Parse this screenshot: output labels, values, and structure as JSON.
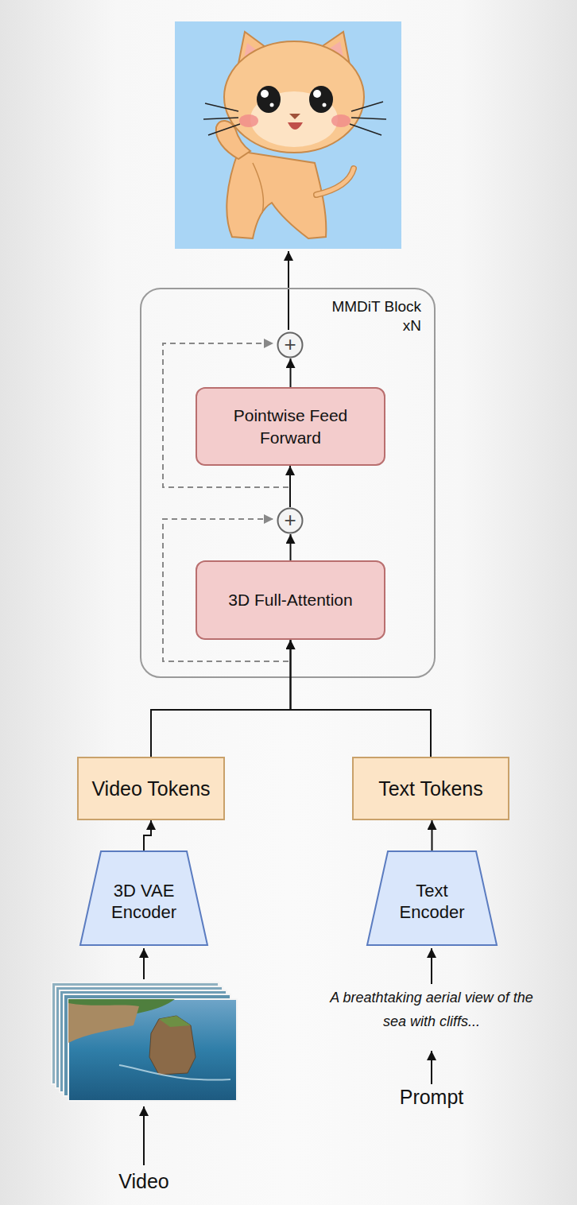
{
  "diagram": {
    "nodes": [
      {
        "text": [
          "MMDiT Block xN"
        ]
      },
      {
        "text": [
          "+"
        ],
        "in": 0
      },
      {
        "text": [
          "Pointwise Feed Forward"
        ],
        "in": 0
      },
      {
        "text": [
          "+"
        ],
        "in": 0
      },
      {
        "text": [
          "3D Full-Attention"
        ],
        "in": 0
      },
      {
        "text": [
          "Video Tokens"
        ]
      },
      {
        "text": [
          "Text Tokens"
        ]
      },
      {
        "text": [
          "3D VAE Encoder"
        ]
      },
      {
        "text": [
          "Text Encoder"
        ]
      }
    ],
    "edges": [
      {
        "from": 4,
        "to": 3,
        "arrow": "to"
      },
      {
        "from": 3,
        "to": 2,
        "arrow": "to"
      },
      {
        "from": 2,
        "to": 1,
        "arrow": "to"
      },
      {
        "from": 5,
        "to": 4,
        "arrow": "to"
      },
      {
        "from": 6,
        "to": 4,
        "arrow": "to"
      },
      {
        "from": 7,
        "to": 5,
        "arrow": "to"
      },
      {
        "from": 8,
        "to": 6,
        "arrow": "to"
      }
    ],
    "labels": [
      "A breathtaking aerial view of the sea with cliffs...",
      "Prompt",
      "Video"
    ]
  }
}
